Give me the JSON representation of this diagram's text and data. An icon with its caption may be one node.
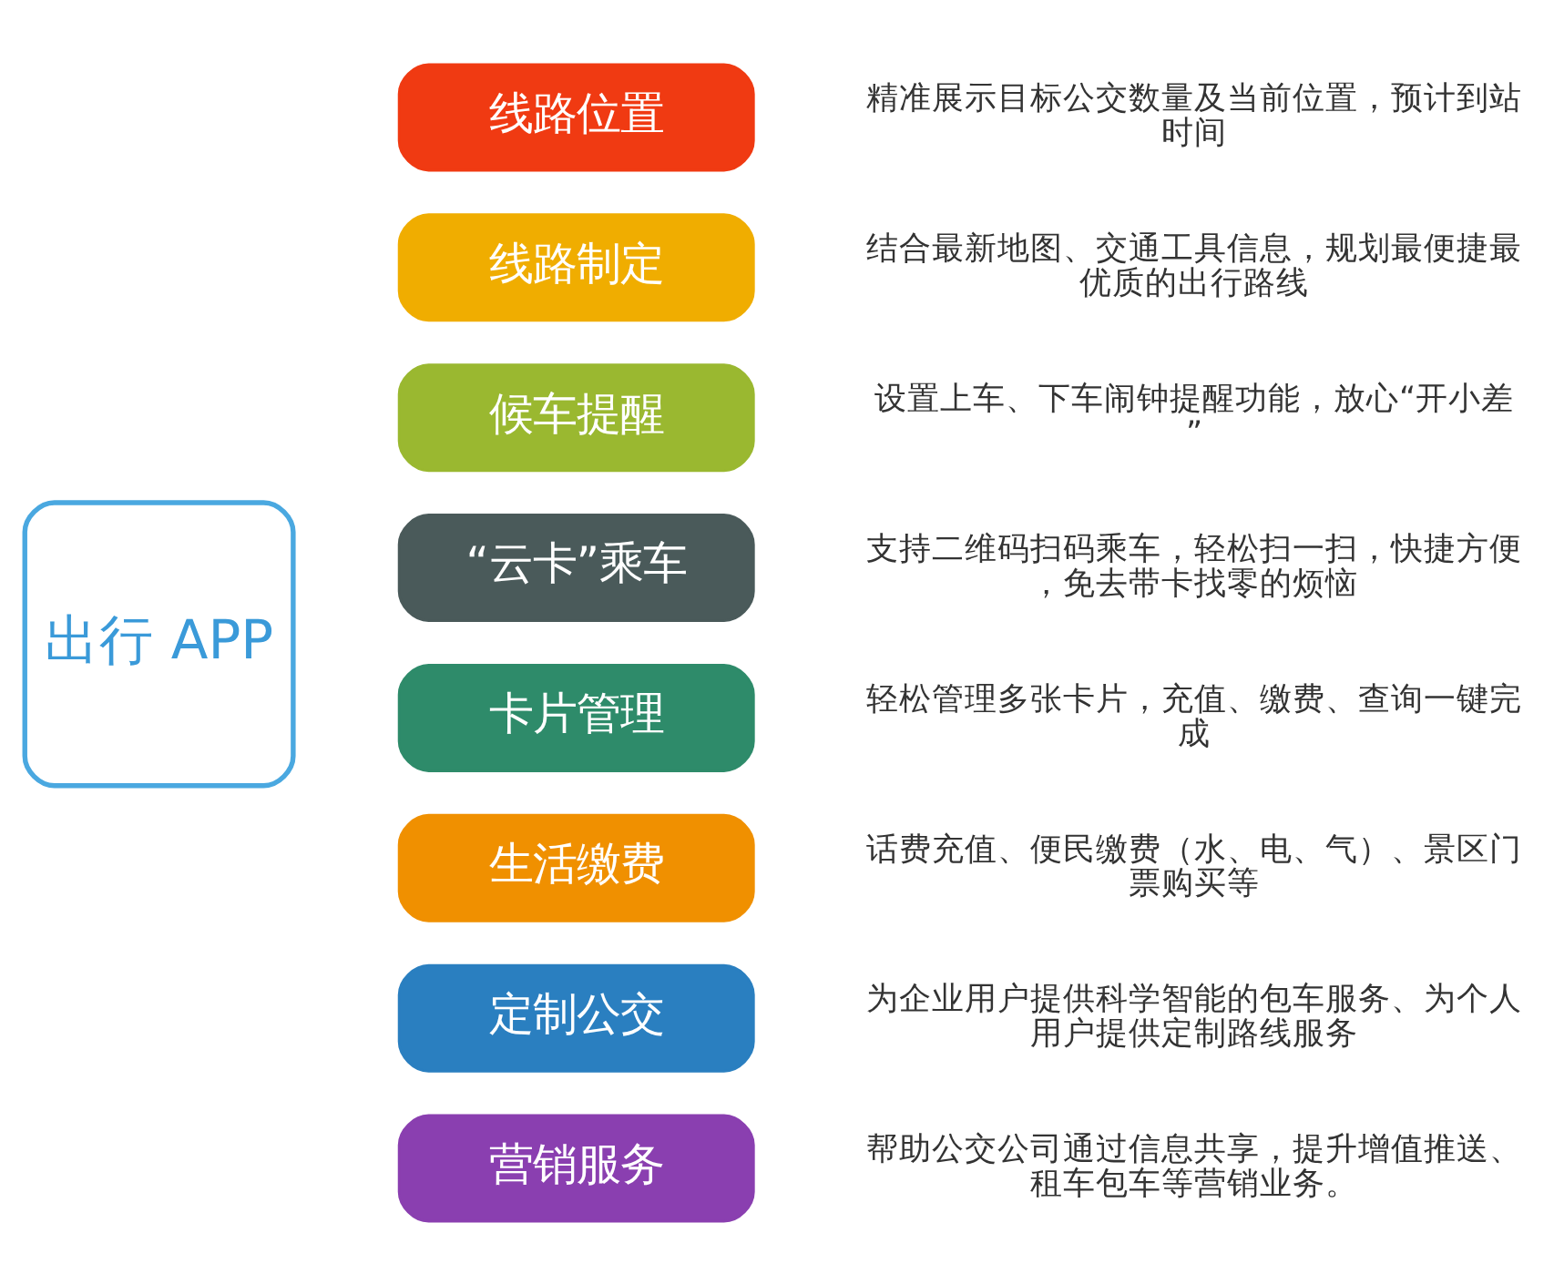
{
  "diagram": {
    "nodes": [
      {
        "text": [
          "出行 APP"
        ]
      },
      {
        "text": [
          "线路位置"
        ],
        "beside": [
          "精准展示目标公交数量及当前位置，预计到站时间"
        ]
      },
      {
        "text": [
          "线路制定"
        ],
        "beside": [
          "结合最新地图、交通工具信息，规划最便捷最优质的出行路线"
        ]
      },
      {
        "text": [
          "候车提醒"
        ],
        "beside": [
          "设置上车、下车闹钟提醒功能，放心“开小差”"
        ]
      },
      {
        "text": [
          "“云卡”乘车"
        ],
        "beside": [
          "支持二维码扫码乘车，轻松扫一扫，快捷方便，免去带卡找零的烦恼"
        ]
      },
      {
        "text": [
          "卡片管理"
        ],
        "beside": [
          "轻松管理多张卡片，充值、缴费、查询一键完成"
        ]
      },
      {
        "text": [
          "生活缴费"
        ],
        "beside": [
          "话费充值、便民缴费（水、电、气）、景区门票购买等"
        ]
      },
      {
        "text": [
          "定制公交"
        ],
        "beside": [
          "为企业用户提供科学智能的包车服务、为个人用户提供定制路线服务"
        ]
      },
      {
        "text": [
          "营销服务"
        ],
        "beside": [
          "帮助公交公司通过信息共享，提升增值推送、租车包车等营销业务。"
        ]
      }
    ],
    "edges": []
  }
}
